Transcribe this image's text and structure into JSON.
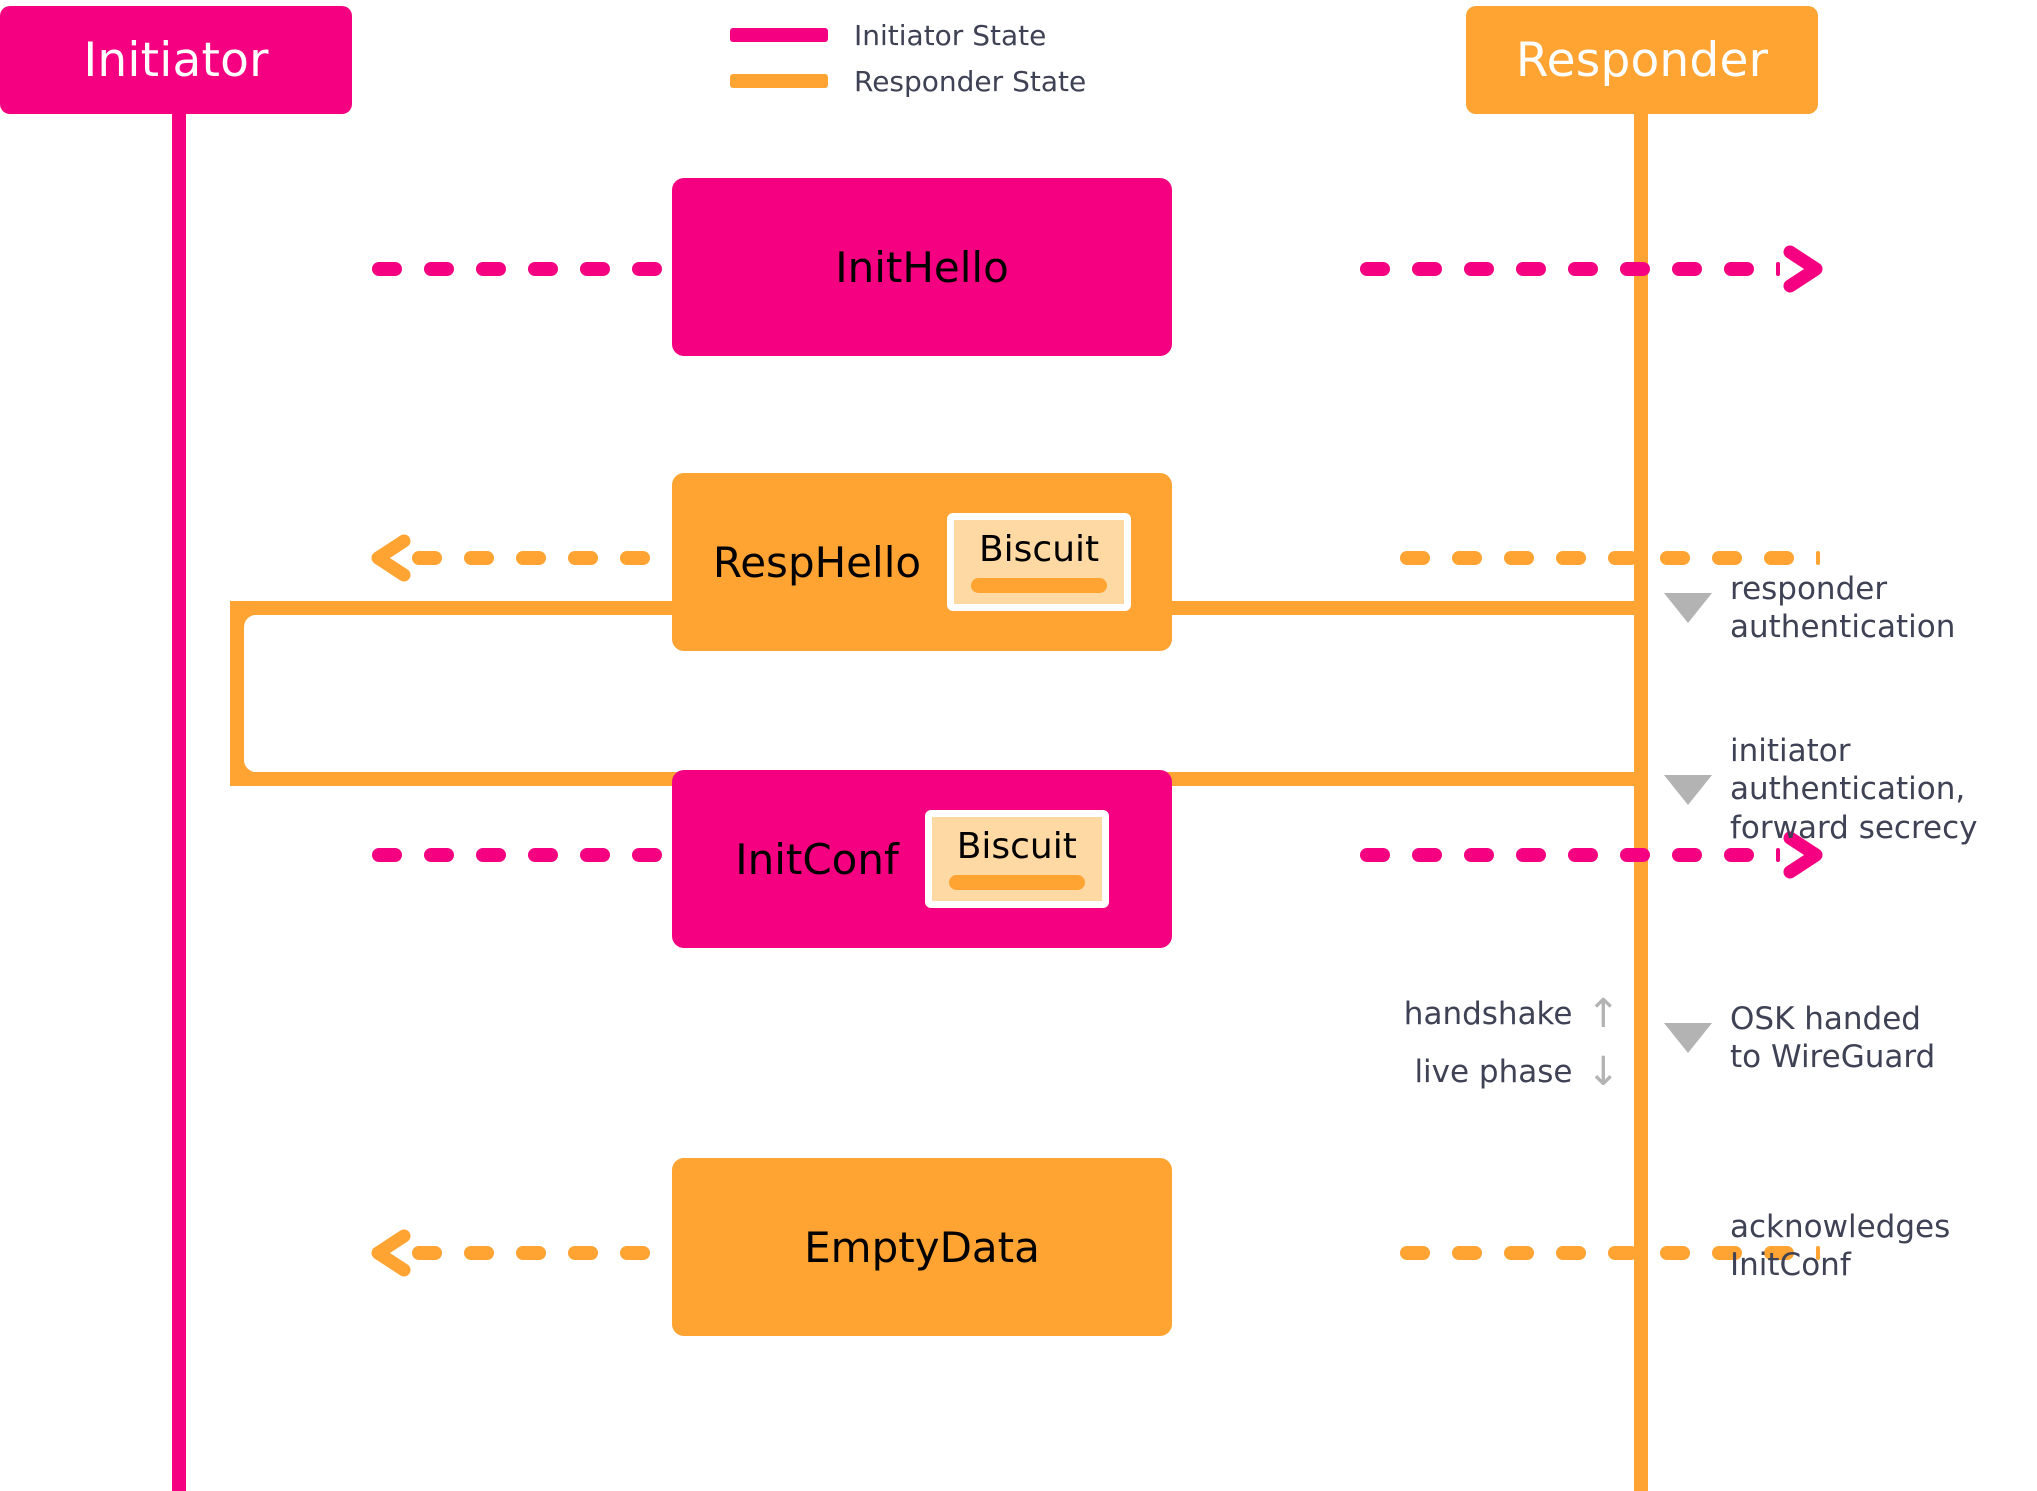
{
  "colors": {
    "initiator": "#F50081",
    "responder": "#FFA333",
    "biscuit_fill": "#FFD9A3",
    "annotation_text": "#3F4254",
    "marker_gray": "#B3B3B3"
  },
  "actors": {
    "left": {
      "label": "Initiator",
      "role": "initiator"
    },
    "right": {
      "label": "Responder",
      "role": "responder"
    }
  },
  "legend": {
    "items": [
      {
        "label": "Initiator State",
        "color": "#F50081"
      },
      {
        "label": "Responder State",
        "color": "#FFA333"
      }
    ]
  },
  "messages": [
    {
      "label": "InitHello",
      "state": "initiator",
      "direction": "right",
      "biscuit": null
    },
    {
      "label": "RespHello",
      "state": "responder",
      "direction": "left",
      "biscuit": "Biscuit"
    },
    {
      "label": "InitConf",
      "state": "initiator",
      "direction": "right",
      "biscuit": "Biscuit"
    },
    {
      "label": "EmptyData",
      "state": "responder",
      "direction": "left",
      "biscuit": null
    }
  ],
  "annotations": [
    {
      "marker": "triangle-down-icon",
      "text": "responder\nauthentication"
    },
    {
      "marker": "triangle-down-icon",
      "text": "initiator\nauthentication,\nforward secrecy"
    },
    {
      "marker": "triangle-down-icon",
      "text": "OSK handed\nto WireGuard"
    },
    {
      "marker": "none",
      "text": "acknowledges\nInitConf"
    }
  ],
  "phase_divider": {
    "above": {
      "label": "handshake",
      "arrow": "↑"
    },
    "below": {
      "label": "live phase",
      "arrow": "↓"
    }
  }
}
